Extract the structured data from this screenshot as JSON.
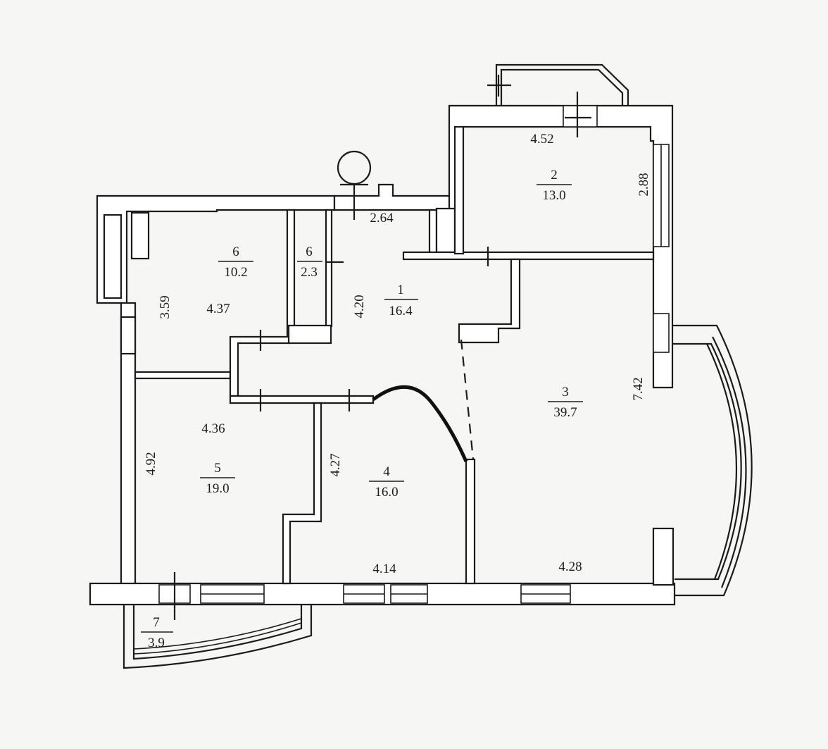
{
  "plan": {
    "rooms": [
      {
        "id": "r1",
        "number": "1",
        "area": "16.4"
      },
      {
        "id": "r2",
        "number": "2",
        "area": "13.0"
      },
      {
        "id": "r3",
        "number": "3",
        "area": "39.7"
      },
      {
        "id": "r4",
        "number": "4",
        "area": "16.0"
      },
      {
        "id": "r5",
        "number": "5",
        "area": "19.0"
      },
      {
        "id": "r6a",
        "number": "6",
        "area": "10.2"
      },
      {
        "id": "r6b",
        "number": "6",
        "area": "2.3"
      },
      {
        "id": "r7",
        "number": "7",
        "area": "3.9"
      }
    ],
    "dimensions": {
      "d_4_52": "4.52",
      "d_2_88": "2.88",
      "d_2_64": "2.64",
      "d_4_20": "4.20",
      "d_3_59": "3.59",
      "d_4_37": "4.37",
      "d_7_42": "7.42",
      "d_4_36": "4.36",
      "d_4_92": "4.92",
      "d_4_27": "4.27",
      "d_4_14": "4.14",
      "d_4_28": "4.28"
    },
    "colors": {
      "ink": "#1b1b1b",
      "paper": "#f6f6f4"
    }
  }
}
